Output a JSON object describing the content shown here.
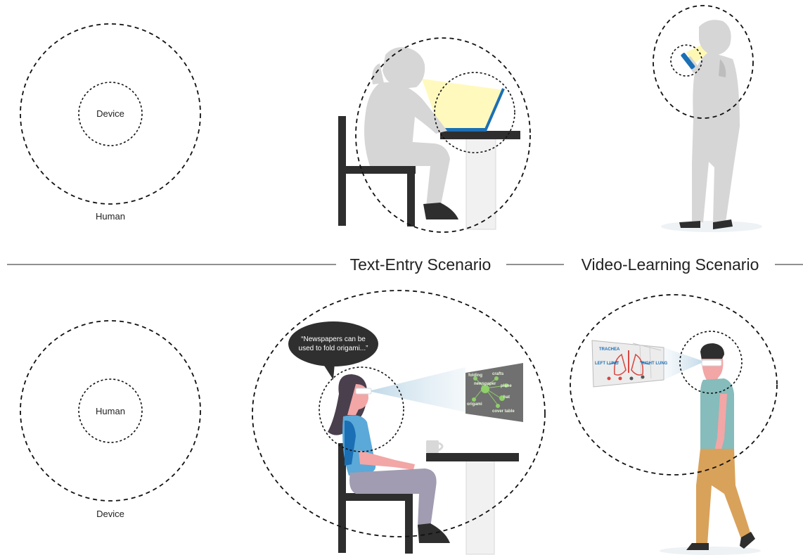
{
  "diagram": {
    "top_row": {
      "inner_label": "Device",
      "outer_label": "Human"
    },
    "bottom_row": {
      "inner_label": "Human",
      "outer_label": "Device"
    },
    "text_entry_title": "Text-Entry Scenario",
    "video_learning_title": "Video-Learning Scenario",
    "speech_bubble_line1": "“Newspapers can be",
    "speech_bubble_line2": "used to fold origami...”",
    "mindmap_words": [
      "folding",
      "crafts",
      "newspaper",
      "plane",
      "origami",
      "hat",
      "cover table"
    ],
    "anatomy_labels": [
      "TRACHEA",
      "LEFT LUNG",
      "RIGHT LUNG"
    ],
    "colors": {
      "figure_gray": "#d6d6d6",
      "device_blue": "#1b6fb5",
      "chair_dark": "#2e2e2e",
      "light_yellow": "#fff7a8",
      "shirt_blue": "#5aa9d8",
      "pants_purple": "#a19cb1",
      "hair_dark": "#4a3f4d",
      "shirt_teal": "#86bcbc",
      "pants_tan": "#d9a25a",
      "skin_pink": "#f2a6a6"
    }
  }
}
